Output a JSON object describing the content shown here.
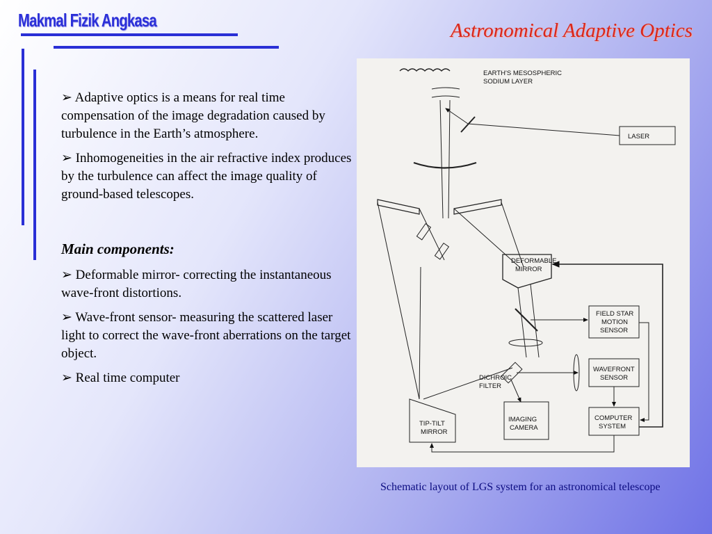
{
  "header": {
    "brand": "Makmal Fizik Angkasa",
    "title": "Astronomical Adaptive Optics"
  },
  "intro": [
    "Adaptive optics is a means for real time compensation of the image degradation caused by turbulence in the Earth’s atmosphere.",
    "Inhomogeneities in the air refractive index produces by the turbulence can affect the image quality of ground-based telescopes."
  ],
  "components_heading": "Main components:",
  "components": [
    "Deformable mirror- correcting the instantaneous wave-front distortions.",
    "Wave-front sensor- measuring the scattered laser light to correct the wave-front aberrations on the target object.",
    "Real time computer"
  ],
  "bullet_glyph": "➢",
  "figure": {
    "labels": {
      "sodium_1": "EARTH'S MESOSPHERIC",
      "sodium_2": "SODIUM LAYER",
      "laser": "LASER",
      "dm_1": "DEFORMABLE",
      "dm_2": "MIRROR",
      "fs_1": "FIELD STAR",
      "fs_2": "MOTION",
      "fs_3": "SENSOR",
      "wfs_1": "WAVEFRONT",
      "wfs_2": "SENSOR",
      "dichroic_1": "DICHROIC",
      "dichroic_2": "FILTER",
      "tt_1": "TIP-TILT",
      "tt_2": "MIRROR",
      "cam_1": "IMAGING",
      "cam_2": "CAMERA",
      "comp_1": "COMPUTER",
      "comp_2": "SYSTEM"
    },
    "caption": "Schematic layout of LGS system for an astronomical telescope"
  },
  "colors": {
    "brand": "#2b2fd8",
    "title": "#d9261c",
    "rule": "#2a2fd6",
    "caption": "#0b0b80"
  }
}
